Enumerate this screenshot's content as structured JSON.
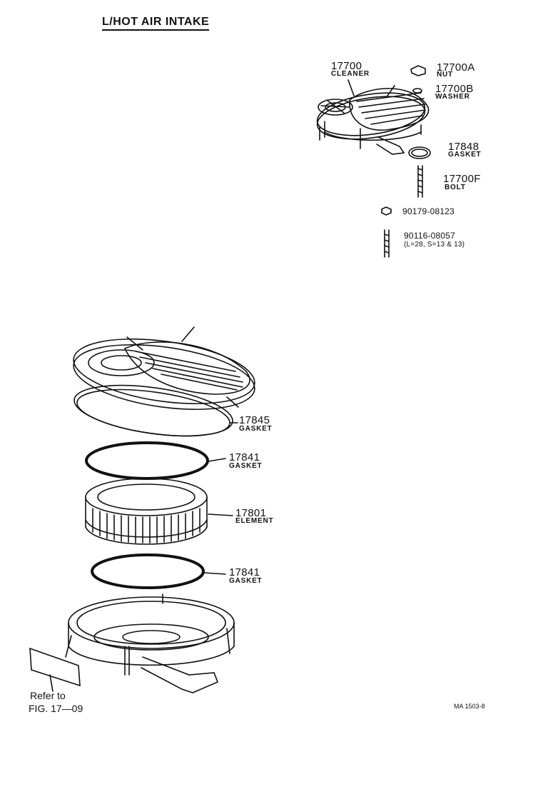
{
  "title": "L/HOT AIR INTAKE",
  "parts": {
    "cleaner": {
      "number": "17700",
      "name": "CLEANER"
    },
    "nut": {
      "number": "17700A",
      "name": "NUT"
    },
    "washer": {
      "number": "17700B",
      "name": "WASHER"
    },
    "gasket_17848": {
      "number": "17848",
      "name": "GASKET"
    },
    "bolt": {
      "number": "17700F",
      "name": "BOLT"
    },
    "nut_90179": {
      "number": "90179-08123"
    },
    "stud_90116": {
      "number": "90116-08057",
      "note": "(L=28, S=13 & 13)"
    },
    "gasket_17845": {
      "number": "17845",
      "name": "GASKET"
    },
    "gasket_17841_top": {
      "number": "17841",
      "name": "GASKET"
    },
    "element": {
      "number": "17801",
      "name": "ELEMENT"
    },
    "gasket_17841_bottom": {
      "number": "17841",
      "name": "GASKET"
    }
  },
  "reference": {
    "line1": "Refer to",
    "line2": "FIG. 17—09"
  },
  "diagram_code": "MA 1503-8"
}
